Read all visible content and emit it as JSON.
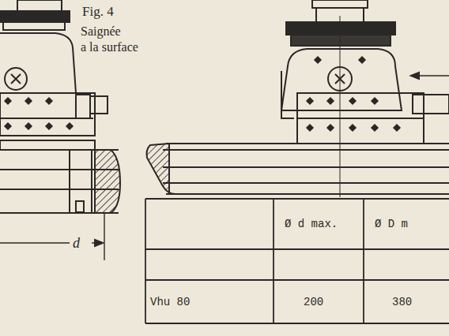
{
  "diagram": {
    "labels": [
      "Fig. 4",
      "Saignée a la surface",
      "d",
      "Ø d max.",
      "Ø D m",
      "Vhu 80",
      "200",
      "380"
    ]
  }
}
